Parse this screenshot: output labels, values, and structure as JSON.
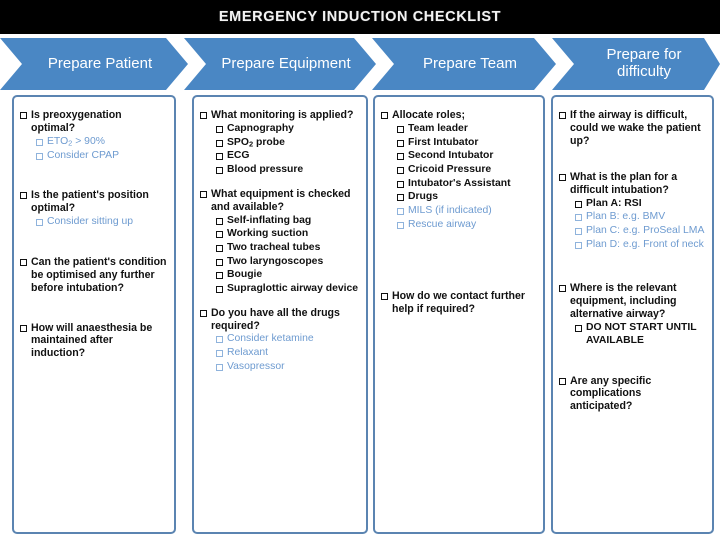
{
  "title": "EMERGENCY INDUCTION CHECKLIST",
  "colors": {
    "header_bg": "#000000",
    "arrow_blue": "#4A87C4",
    "box_border": "#5B84B1",
    "optional_text": "#6E9BD0",
    "primary_text": "#111111"
  },
  "stages": [
    {
      "label": "Prepare Patient"
    },
    {
      "label": "Prepare Equipment"
    },
    {
      "label": "Prepare Team"
    },
    {
      "label": "Prepare for difficulty"
    }
  ],
  "columns": [
    {
      "name": "prepare-patient",
      "items": [
        {
          "level": 0,
          "optional": false,
          "text": "Is preoxygenation optimal?"
        },
        {
          "level": 1,
          "optional": true,
          "text": "ETO₂ > 90%"
        },
        {
          "level": 1,
          "optional": true,
          "text": "Consider CPAP"
        },
        {
          "level": 0,
          "optional": false,
          "text": "Is the patient's position optimal?"
        },
        {
          "level": 1,
          "optional": true,
          "text": "Consider sitting up"
        },
        {
          "level": 0,
          "optional": false,
          "text": "Can the patient's condition be optimised any further before intubation?"
        },
        {
          "level": 0,
          "optional": false,
          "text": "How will anaesthesia be maintained after induction?"
        }
      ]
    },
    {
      "name": "prepare-equipment",
      "items": [
        {
          "level": 0,
          "optional": false,
          "text": "What monitoring is applied?"
        },
        {
          "level": 1,
          "optional": false,
          "text": "Capnography"
        },
        {
          "level": 1,
          "optional": false,
          "text": "SPO₂ probe"
        },
        {
          "level": 1,
          "optional": false,
          "text": "ECG"
        },
        {
          "level": 1,
          "optional": false,
          "text": "Blood pressure"
        },
        {
          "level": 0,
          "optional": false,
          "text": "What equipment is checked and available?"
        },
        {
          "level": 1,
          "optional": false,
          "text": "Self-inflating bag"
        },
        {
          "level": 1,
          "optional": false,
          "text": "Working suction"
        },
        {
          "level": 1,
          "optional": false,
          "text": "Two tracheal tubes"
        },
        {
          "level": 1,
          "optional": false,
          "text": "Two laryngoscopes"
        },
        {
          "level": 1,
          "optional": false,
          "text": "Bougie"
        },
        {
          "level": 1,
          "optional": false,
          "text": "Supraglottic airway device"
        },
        {
          "level": 0,
          "optional": false,
          "text": "Do you have all the drugs required?"
        },
        {
          "level": 1,
          "optional": true,
          "text": "Consider ketamine"
        },
        {
          "level": 1,
          "optional": true,
          "text": "Relaxant"
        },
        {
          "level": 1,
          "optional": true,
          "text": "Vasopressor"
        }
      ]
    },
    {
      "name": "prepare-team",
      "items": [
        {
          "level": 0,
          "optional": false,
          "text": "Allocate roles;"
        },
        {
          "level": 1,
          "optional": false,
          "text": "Team leader"
        },
        {
          "level": 1,
          "optional": false,
          "text": "First Intubator"
        },
        {
          "level": 1,
          "optional": false,
          "text": "Second Intubator"
        },
        {
          "level": 1,
          "optional": false,
          "text": "Cricoid Pressure"
        },
        {
          "level": 1,
          "optional": false,
          "text": "Intubator's Assistant"
        },
        {
          "level": 1,
          "optional": false,
          "text": "Drugs"
        },
        {
          "level": 1,
          "optional": true,
          "text": "MILS (if indicated)"
        },
        {
          "level": 1,
          "optional": true,
          "text": "Rescue airway"
        },
        {
          "level": 0,
          "optional": false,
          "text": "How do we contact further help if required?"
        }
      ]
    },
    {
      "name": "prepare-for-difficulty",
      "items": [
        {
          "level": 0,
          "optional": false,
          "text": "If the airway is difficult, could we wake the patient up?"
        },
        {
          "level": 0,
          "optional": false,
          "text": "What is the plan for a difficult intubation?"
        },
        {
          "level": 1,
          "optional": false,
          "text": "Plan A: RSI"
        },
        {
          "level": 1,
          "optional": true,
          "text": "Plan B: e.g. BMV"
        },
        {
          "level": 1,
          "optional": true,
          "text": "Plan C: e.g. ProSeal LMA"
        },
        {
          "level": 1,
          "optional": true,
          "text": "Plan D: e.g. Front of neck"
        },
        {
          "level": 0,
          "optional": false,
          "text": "Where is the relevant equipment, including alternative airway?"
        },
        {
          "level": 1,
          "optional": false,
          "text": "DO NOT START UNTIL AVAILABLE"
        },
        {
          "level": 0,
          "optional": false,
          "text": "Are any specific complications anticipated?"
        }
      ]
    }
  ]
}
